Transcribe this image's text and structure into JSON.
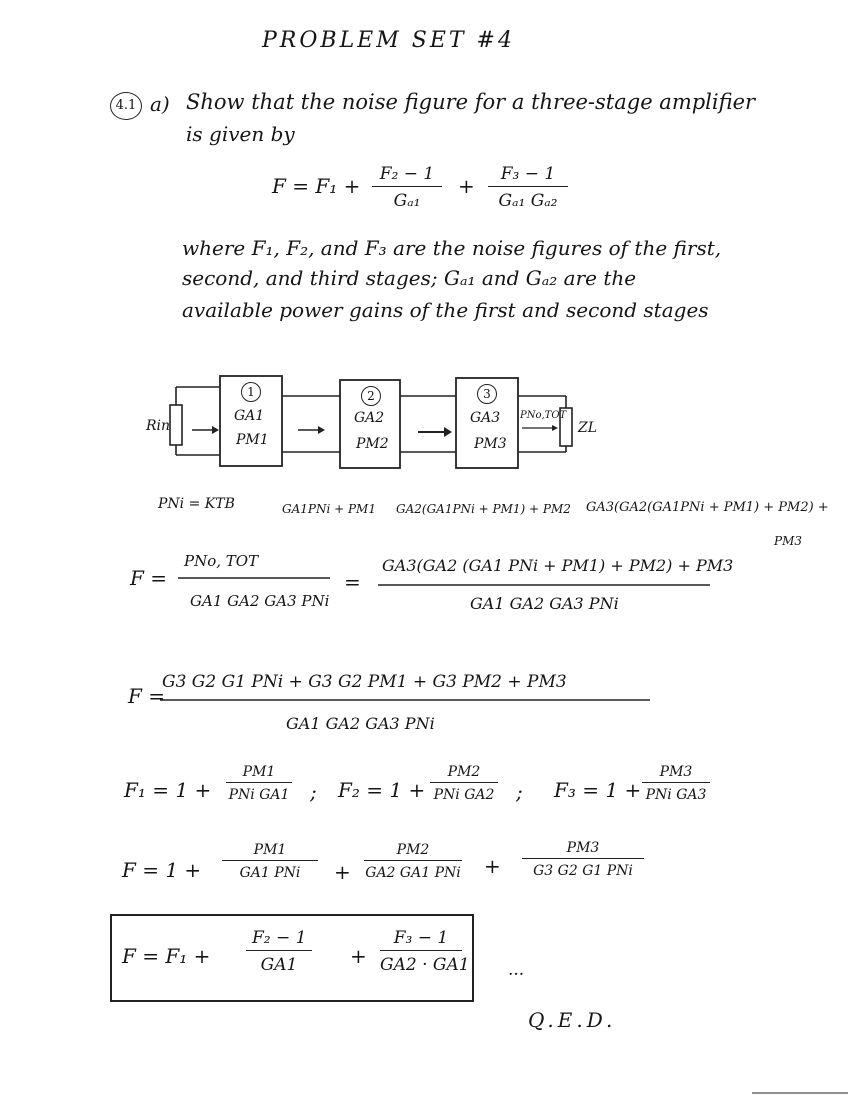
{
  "header": {
    "title": "PROBLEM SET #4"
  },
  "problem": {
    "number": "4.1",
    "part": "a)",
    "statement_line1": "Show that the noise figure for a three-stage amplifier",
    "statement_line2": "is given by",
    "given_eq": {
      "lhs": "F = F₁ +",
      "frac1_num": "F₂ − 1",
      "frac1_den": "Gₐ₁",
      "plus": "+",
      "frac2_num": "F₃ − 1",
      "frac2_den": "Gₐ₁ Gₐ₂"
    },
    "where_line1": "where F₁, F₂, and F₃ are the noise figures of the first,",
    "where_line2": "second, and third stages; Gₐ₁ and Gₐ₂ are the",
    "where_line3": "available power gains of the first and second stages"
  },
  "diagram": {
    "rin": "Rin",
    "zl": "ZL",
    "stage1": {
      "num": "1",
      "gain": "GA1",
      "noise": "PM1"
    },
    "stage2": {
      "num": "2",
      "gain": "GA2",
      "noise": "PM2"
    },
    "stage3": {
      "num": "3",
      "gain": "GA3",
      "noise": "PM3"
    },
    "pout_label": "PNo,TOT",
    "pni_label": "PNi = KTB",
    "node1": "GA1PNi + PM1",
    "node2": "GA2(GA1PNi + PM1) + PM2",
    "node3": "GA3(GA2(GA1PNi + PM1) + PM2) +",
    "node3b": "PM3"
  },
  "derivation": {
    "eq1_lhs": "F =",
    "eq1_num": "PNo, TOT",
    "eq1_den": "GA1 GA2 GA3 PNi",
    "eq1_eq": "=",
    "eq1_num2": "GA3(GA2 (GA1 PNi + PM1) + PM2) + PM3",
    "eq1_den2": "GA1 GA2 GA3 PNi",
    "eq2_lhs": "F =",
    "eq2_num": "G3 G2 G1 PNi + G3 G2 PM1 + G3 PM2 + PM3",
    "eq2_den": "GA1 GA2 GA3 PNi",
    "eq3_f1": "F₁ = 1 +",
    "eq3_f1_num": "PM1",
    "eq3_f1_den": "PNi GA1",
    "eq3_sep1": ";",
    "eq3_f2": "F₂ = 1 +",
    "eq3_f2_num": "PM2",
    "eq3_f2_den": "PNi GA2",
    "eq3_sep2": ";",
    "eq3_f3": "F₃ = 1 +",
    "eq3_f3_num": "PM3",
    "eq3_f3_den": "PNi GA3",
    "eq4_lhs": "F = 1 +",
    "eq4_n1": "PM1",
    "eq4_d1": "GA1 PNi",
    "eq4_p1": "+",
    "eq4_n2": "PM2",
    "eq4_d2": "GA2 GA1 PNi",
    "eq4_p2": "+",
    "eq4_n3": "PM3",
    "eq4_d3": "G3 G2 G1 PNi",
    "final_lhs": "F = F₁ +",
    "final_n1": "F₂ − 1",
    "final_d1": "GA1",
    "final_plus": "+",
    "final_n2": "F₃ − 1",
    "final_d2": "GA2 · GA1",
    "final_dots": "...",
    "qed": "Q.E.D."
  }
}
